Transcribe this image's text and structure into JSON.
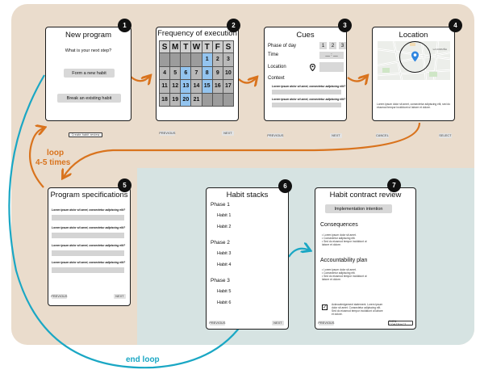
{
  "colors": {
    "beige_bg": "#eadccc",
    "teal_bg": "#d6e3e2",
    "loop_arrow": "#d9731d",
    "end_loop_arrow": "#1aa7c4",
    "calendar_blue": "#93c4ef"
  },
  "loop_label": {
    "line1": "loop",
    "line2": "4-5 times"
  },
  "end_loop_label": "end loop",
  "screen1": {
    "badge": "1",
    "title": "New program",
    "question": "What is your next step?",
    "btn_form": "Form a new habit",
    "btn_break": "Break an existing habit",
    "btn_bottom": "Create habit review"
  },
  "screen2": {
    "badge": "2",
    "title": "Frequency of execution",
    "days": [
      "S",
      "M",
      "T",
      "W",
      "T",
      "F",
      "S"
    ],
    "rows": [
      [
        "",
        "",
        "",
        "",
        "1",
        "2",
        "3"
      ],
      [
        "4",
        "5",
        "6",
        "7",
        "8",
        "9",
        "10"
      ],
      [
        "11",
        "12",
        "13",
        "14",
        "15",
        "16",
        "17"
      ],
      [
        "18",
        "19",
        "20",
        "21",
        "",
        "",
        ""
      ]
    ],
    "selected_weekdays": [
      "T",
      "T"
    ],
    "btn_prev": "PREVIOUS",
    "btn_next": "NEXT"
  },
  "screen3": {
    "badge": "3",
    "title": "Cues",
    "phase_label": "Phase of day",
    "phase_options": [
      "1",
      "2",
      "3"
    ],
    "time_label": "Time",
    "time_value": "__ : __",
    "location_label": "Location",
    "context_label": "Context",
    "lorem": "Lorem ipsum dolor sit amet, consectetur adipiscing elit?",
    "btn_prev": "PREVIOUS",
    "btn_next": "NEXT"
  },
  "screen4": {
    "badge": "4",
    "title": "Location",
    "map_label": "LA CORUÑA",
    "desc": "Lorem ipsum dolor sit amet, consectetur adipiscing elit, sed do eiusmod tempor incididunt ut labore et dolore.",
    "btn_cancel": "CANCEL",
    "btn_select": "SELECT"
  },
  "screen5": {
    "badge": "5",
    "title": "Program specifications",
    "lorem": "Lorem ipsum dolor sit amet, consectetur adipiscing elit?",
    "btn_prev": "PREVIOUS",
    "btn_next": "NEXT"
  },
  "screen6": {
    "badge": "6",
    "title": "Habit stacks",
    "phases": [
      {
        "name": "Phase 1",
        "habits": [
          "Habit 1",
          "Habit 2"
        ]
      },
      {
        "name": "Phase 2",
        "habits": [
          "Habit 3",
          "Habit 4"
        ]
      },
      {
        "name": "Phase 3",
        "habits": [
          "Habit 5",
          "Habit 6"
        ]
      }
    ],
    "btn_prev": "PREVIOUS",
    "btn_next": "NEXT"
  },
  "screen7": {
    "badge": "7",
    "title": "Habit contract review",
    "btn_intention": "Implementation intention",
    "consequences_title": "Consequences",
    "consequences_items": [
      "Lorem ipsum dolor sit amet.",
      "Consectetur adipiscing elit.",
      "Sed do eiusmod tempor incididunt ut labore et dolore."
    ],
    "accountability_title": "Accountability plan",
    "accountability_items": [
      "Lorem ipsum dolor sit amet.",
      "Consectetur adipiscing elit.",
      "Sed do eiusmod tempor incididunt ut labore et dolore."
    ],
    "ack_text": "Acknowledgement statement. Lorem ipsum dolor sit amet. Consectetur adipiscing elit. Sed do eiusmod tempor incididunt ut labore et dolore.",
    "btn_prev": "PREVIOUS",
    "btn_sign": "SIGN CONTRACT"
  }
}
